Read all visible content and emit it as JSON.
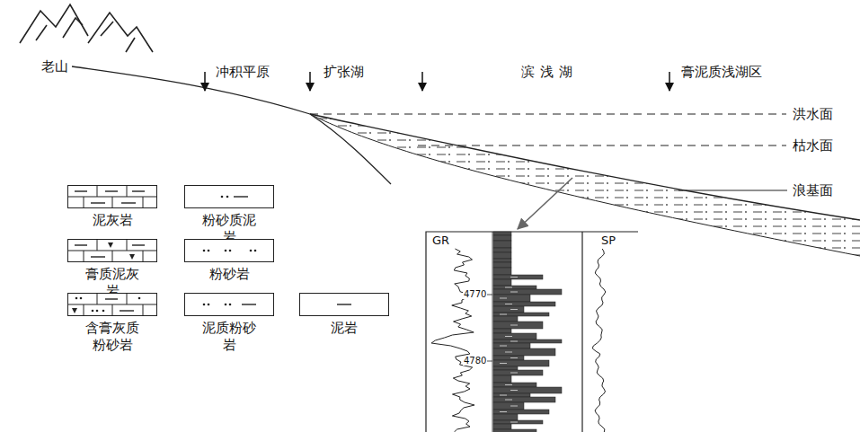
{
  "diagram": {
    "labels": [
      "老山",
      "冲积平原",
      "扩张湖",
      "滨浅湖",
      "膏泥质浅湖区",
      "洪水面",
      "枯水面",
      "浪基面",
      "GR",
      "SP",
      "4770",
      "4780"
    ],
    "legend": [
      {
        "text": "泥灰岩"
      },
      {
        "text": "膏质泥灰岩"
      },
      {
        "text": "含膏灰质 粉砂岩"
      },
      {
        "text": "粉砂质泥岩"
      },
      {
        "text": "粉砂岩"
      },
      {
        "text": "泥质粉砂岩"
      },
      {
        "text": "泥岩"
      }
    ]
  }
}
